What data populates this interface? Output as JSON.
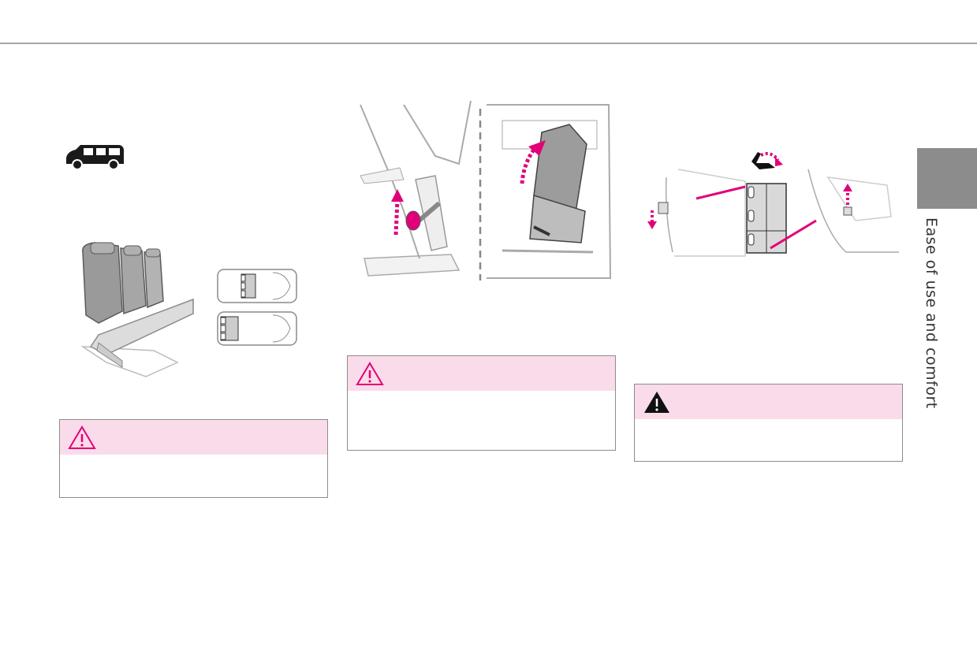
{
  "section": {
    "title": "Ease of use and comfort"
  },
  "colors": {
    "accent": "#e2007a",
    "warning_header": "#fadbe9",
    "side_tab": "#8c8c8c",
    "rule": "#a6a6a6"
  },
  "figures": [
    {
      "icon": "van-icon"
    },
    {
      "icon": "bench-seat-illustration"
    },
    {
      "icon": "seat-layout-diagram"
    },
    {
      "icon": "seat-folding-illustration"
    },
    {
      "icon": "seat-lock-illustration"
    }
  ],
  "warnings": [
    {
      "icon": "warning-outline-icon"
    },
    {
      "icon": "warning-outline-icon"
    },
    {
      "icon": "warning-filled-icon"
    }
  ]
}
